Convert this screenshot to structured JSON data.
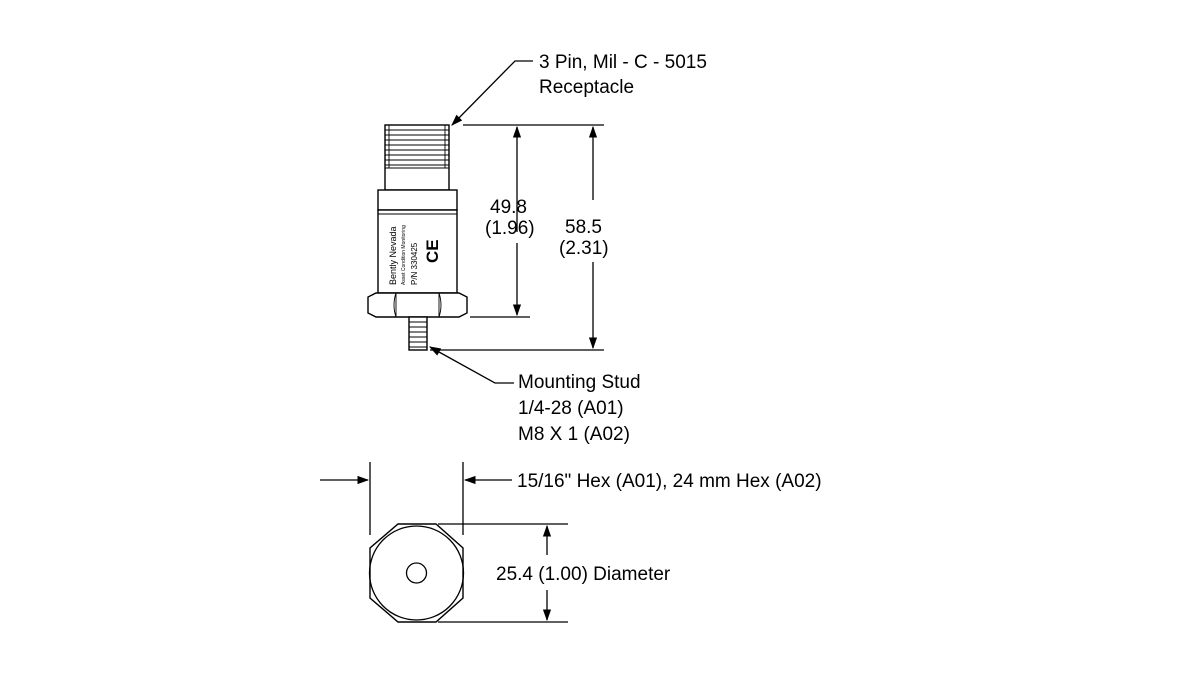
{
  "callouts": {
    "connector_line1": "3 Pin, Mil - C - 5015",
    "connector_line2": "Receptacle",
    "stud_line1": "Mounting Stud",
    "stud_line2": "1/4-28 (A01)",
    "stud_line3": "M8 X 1 (A02)",
    "hex": "15/16\" Hex (A01), 24 mm Hex (A02)",
    "diameter": "25.4 (1.00) Diameter"
  },
  "dimensions": {
    "body_mm": "49.8",
    "body_in": "(1.96)",
    "overall_mm": "58.5",
    "overall_in": "(2.31)"
  },
  "product_label": {
    "brand": "Bently Nevada",
    "tagline": "Asset Condition Monitoring",
    "pn": "P/N  330425",
    "ce_mark": "CE"
  }
}
